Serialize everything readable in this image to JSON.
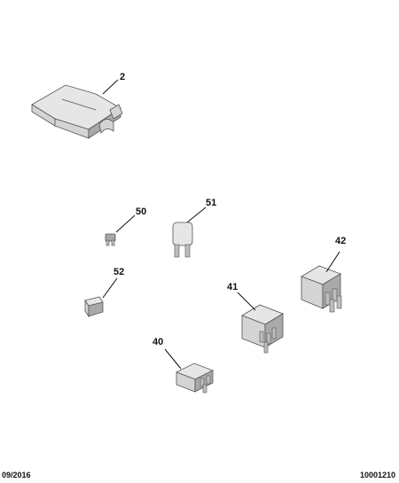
{
  "parts": {
    "cover": {
      "label": "2"
    },
    "mini_fuse": {
      "label": "50"
    },
    "maxi_fuse": {
      "label": "51"
    },
    "small_fuse": {
      "label": "52"
    },
    "relay_40": {
      "label": "40"
    },
    "relay_41": {
      "label": "41"
    },
    "relay_42": {
      "label": "42"
    }
  },
  "footer": {
    "date": "09/2016",
    "reference": "10001210"
  }
}
